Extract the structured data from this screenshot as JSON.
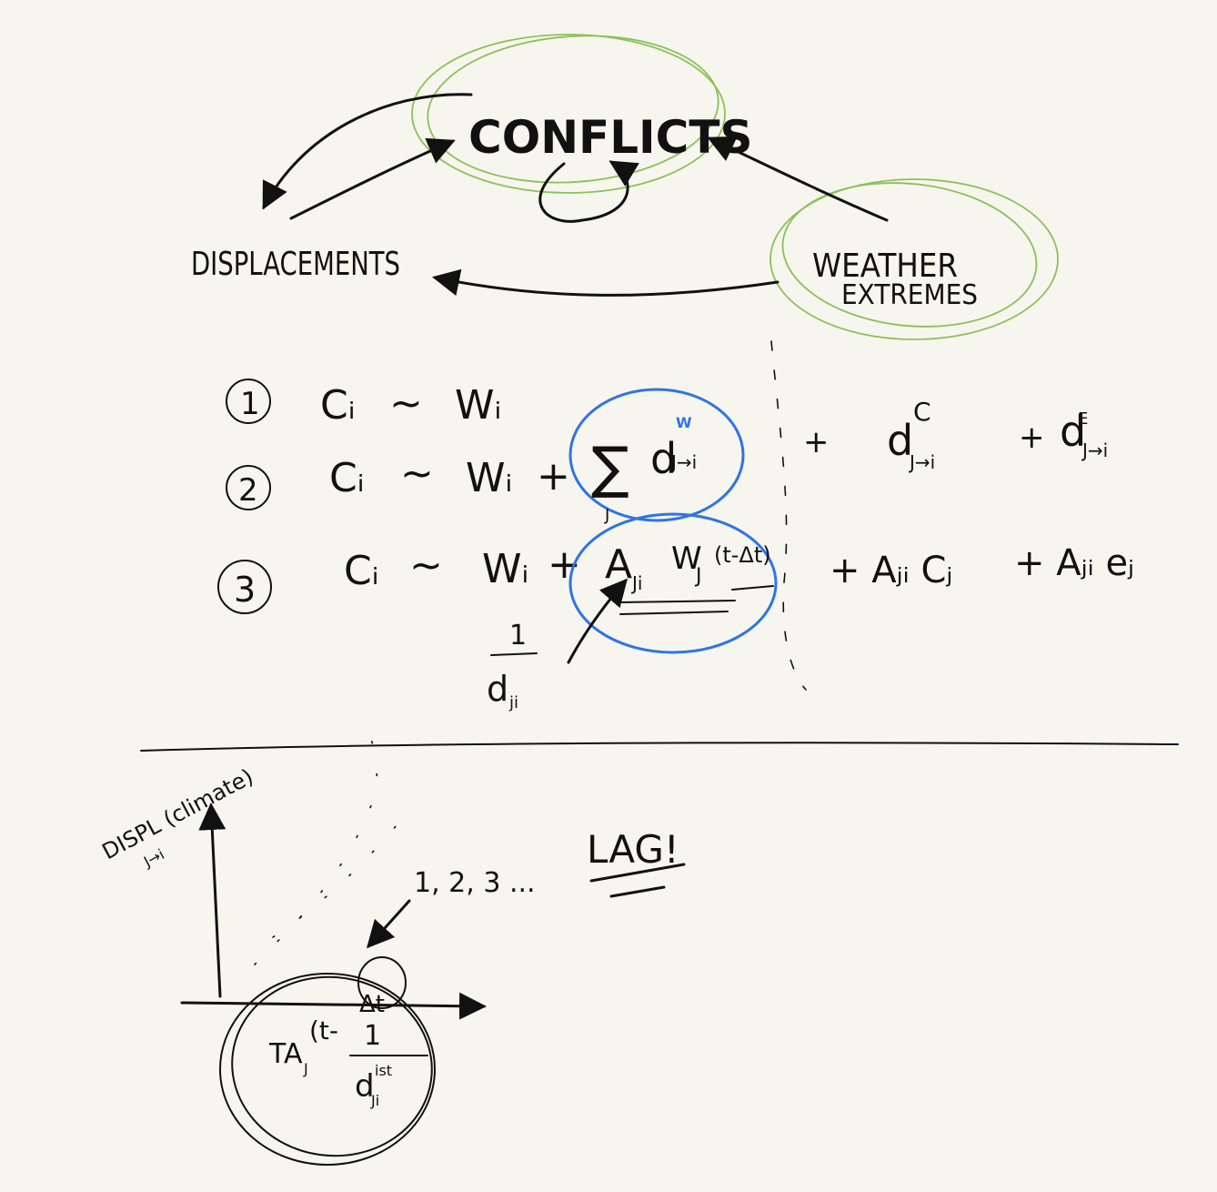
{
  "nodes": {
    "conflicts": "CONFLICTS",
    "displacements": "DISPLACEMENTS",
    "weather_line1": "WEATHER",
    "weather_line2": "EXTREMES"
  },
  "equations": {
    "eq1": {
      "num": "1",
      "lhs": "Cᵢ",
      "tilde": "~",
      "rhs": "Wᵢ"
    },
    "eq2": {
      "num": "2",
      "lhs": "Cᵢ",
      "tilde": "~",
      "w": "Wᵢ",
      "plus": "+",
      "sum": "∑",
      "sum_sub": "J",
      "d": "d",
      "d_sub": "J→i",
      "d_sup": "W",
      "plus2": "+",
      "dc": "d",
      "dc_sub": "J→i",
      "dc_sup": "C",
      "plus3": "+",
      "de": "d",
      "de_sub": "J→i",
      "de_sup": "E"
    },
    "eq3": {
      "num": "3",
      "lhs": "Cᵢ",
      "tilde": "~",
      "w": "Wᵢ",
      "plus": "+",
      "a": "A",
      "a_sub": "Ji",
      "wj": "W",
      "wj_sub": "J",
      "wj_sup": "(t-Δt)",
      "term2": "+ Aⱼᵢ Cⱼ",
      "term3": "+ Aⱼᵢ eⱼ"
    }
  },
  "fraction": {
    "num": "1",
    "den": "d",
    "den_sub": "ji"
  },
  "plot": {
    "ylabel": "DISPL (climate)",
    "ylabel_sub": "J→i",
    "lags": "1, 2, 3 ...",
    "lag_note": "LAG!",
    "delta": "Δt",
    "bottom_left": "TA",
    "bottom_left_sub": "J",
    "bottom_paren": "(t-",
    "bottom_num": "1",
    "bottom_den": "d",
    "bottom_den_sup": "ist",
    "bottom_den_sub": "Ji"
  },
  "colors": {
    "background": "#f6f6ee",
    "ink": "#111111",
    "green": "#8dc05a",
    "blue": "#2f74e6"
  }
}
